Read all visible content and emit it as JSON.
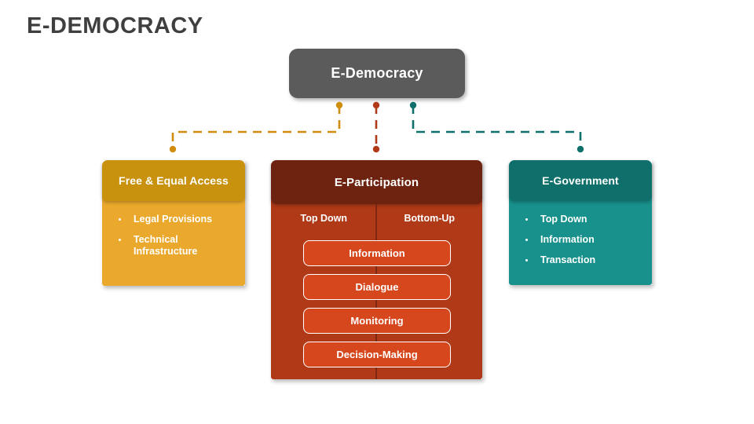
{
  "page_title": "E-DEMOCRACY",
  "root": {
    "label": "E-Democracy"
  },
  "colors": {
    "title": "#3f3f3f",
    "root_node": "#5b5b5b",
    "gold_header": "#c8920e",
    "gold_body": "#eaa92c",
    "red_header": "#6e2310",
    "red_body": "#b03a18",
    "pill": "#d6471d",
    "teal_header": "#0e6f6b",
    "teal_body": "#18918c",
    "connector_gold": "#cf8c0d",
    "connector_red": "#b03a18",
    "connector_teal": "#0e6f6b"
  },
  "branches": [
    {
      "id": "free-access",
      "title": "Free  & Equal Access",
      "items": [
        "Legal Provisions",
        "Technical Infrastructure"
      ]
    },
    {
      "id": "eparticipation",
      "title": "E-Participation",
      "columns": [
        "Top Down",
        "Bottom-Up"
      ],
      "levels": [
        "Information",
        "Dialogue",
        "Monitoring",
        "Decision-Making"
      ]
    },
    {
      "id": "egovernment",
      "title": "E-Government",
      "items": [
        "Top Down",
        "Information",
        "Transaction"
      ]
    }
  ]
}
